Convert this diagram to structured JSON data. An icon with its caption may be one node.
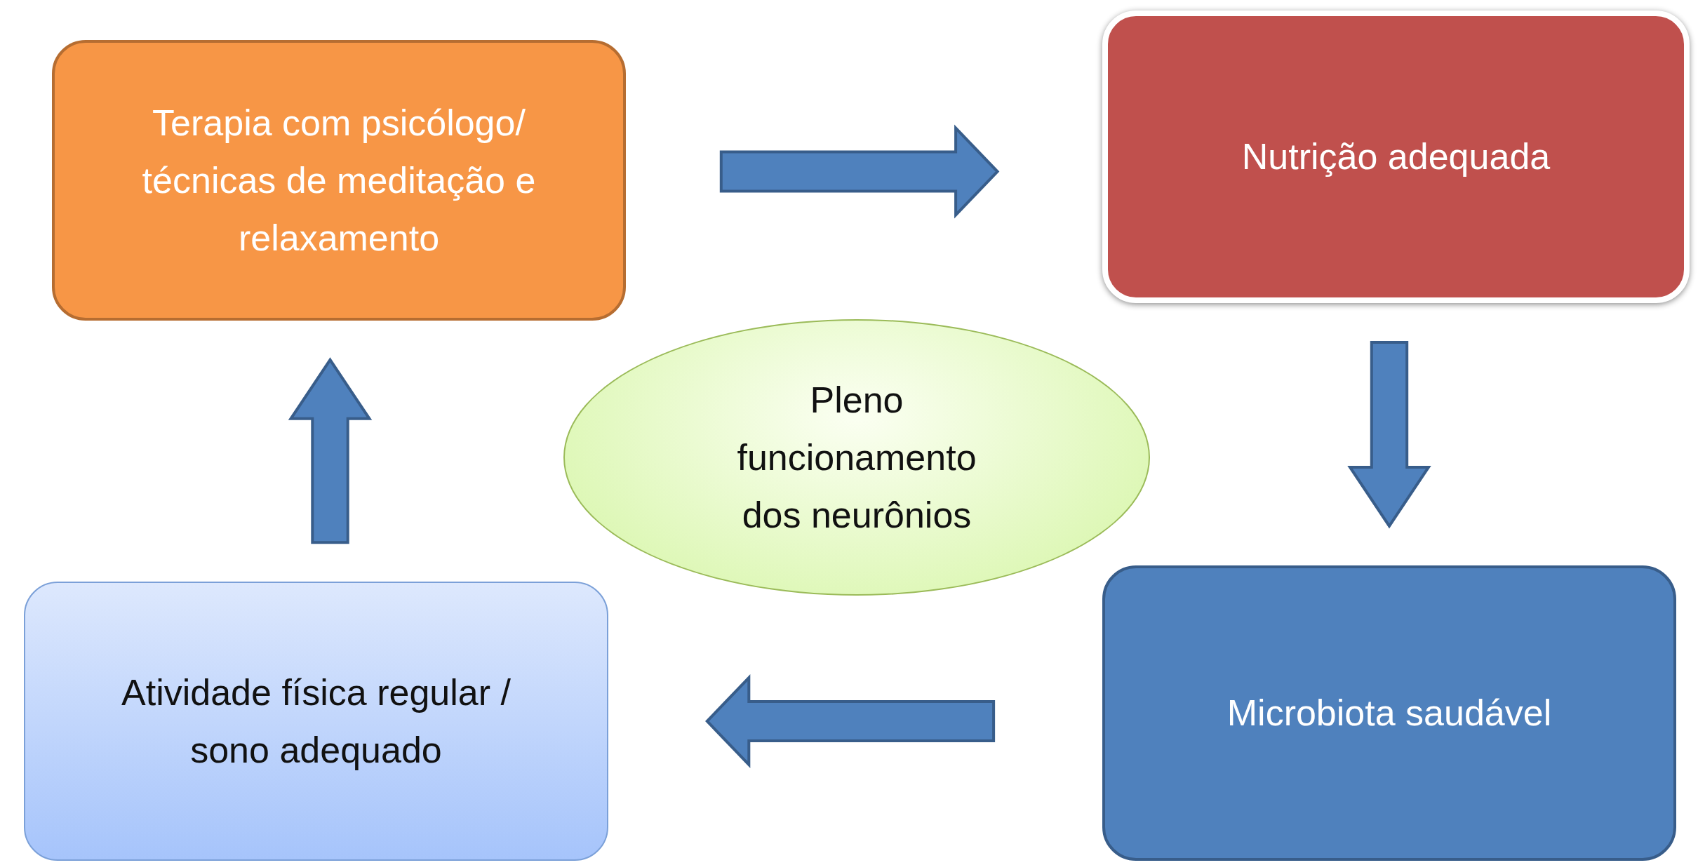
{
  "diagram": {
    "nodes": [
      {
        "text": [
          "Terapia com psicólogo/ técnicas de meditação e relaxamento"
        ]
      },
      {
        "text": [
          "Nutrição adequada"
        ]
      },
      {
        "text": [
          "Microbiota saudável"
        ]
      },
      {
        "text": [
          "Atividade física regular / sono adequado"
        ]
      },
      {
        "text": [
          "Pleno funcionamento dos neurônios"
        ]
      }
    ],
    "edges": [
      {
        "from": 0,
        "to": 1,
        "arrow": "to",
        "style": "thick"
      },
      {
        "from": 1,
        "to": 2,
        "arrow": "to",
        "style": "thick"
      },
      {
        "from": 2,
        "to": 3,
        "arrow": "to",
        "style": "thick"
      },
      {
        "from": 3,
        "to": 0,
        "arrow": "to",
        "style": "thick"
      }
    ]
  }
}
